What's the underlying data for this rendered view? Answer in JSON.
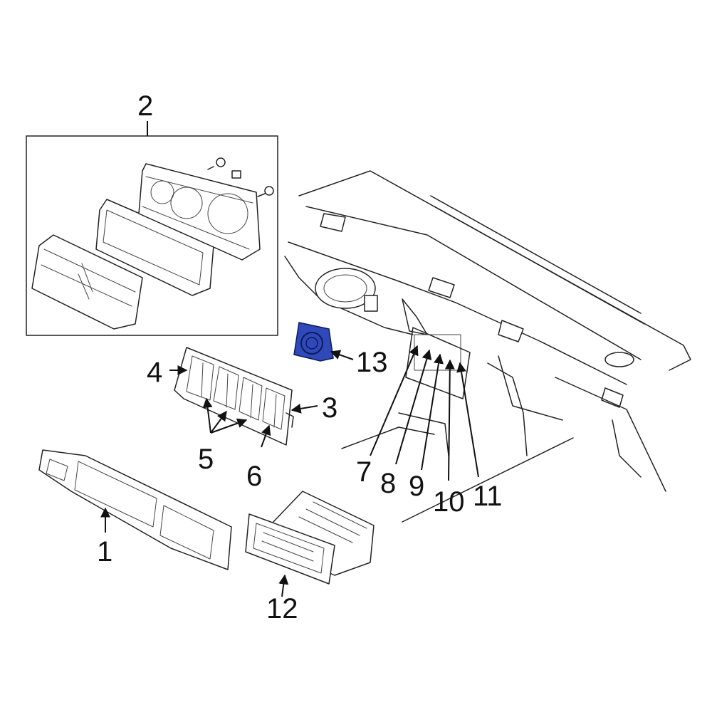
{
  "colors": {
    "highlight": "#2f49b8",
    "line": "#222222",
    "background": "#ffffff"
  },
  "callouts": {
    "c1": "1",
    "c2": "2",
    "c3": "3",
    "c4": "4",
    "c5": "5",
    "c6": "6",
    "c7": "7",
    "c8": "8",
    "c9": "9",
    "c10": "10",
    "c11": "11",
    "c12": "12",
    "c13": "13"
  },
  "highlighted_part": "13"
}
